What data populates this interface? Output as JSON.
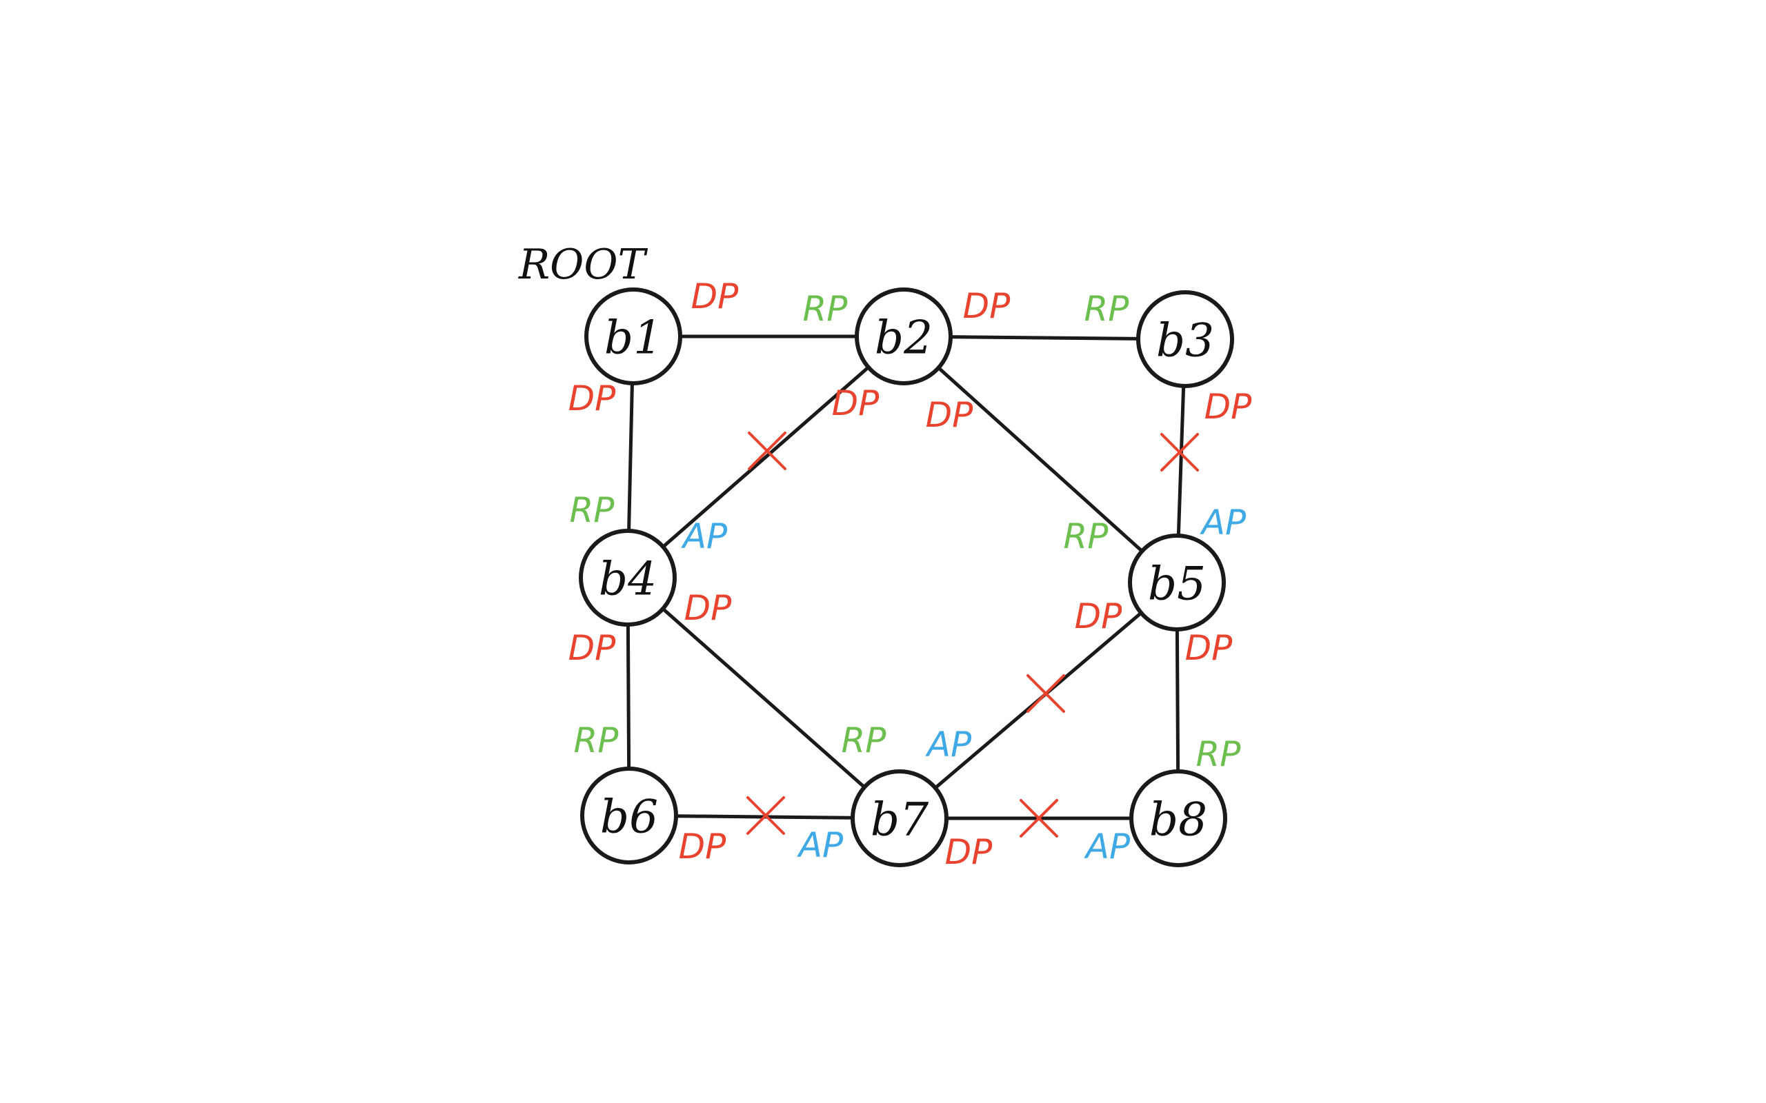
{
  "colors": {
    "DP": "#e8432f",
    "RP": "#6cbf4f",
    "AP": "#3fa9e6",
    "blocked": "#e8432f",
    "line": "#1a1a1a"
  },
  "root_label": "ROOT",
  "nodes": [
    {
      "id": "b1",
      "label": "b1"
    },
    {
      "id": "b2",
      "label": "b2"
    },
    {
      "id": "b3",
      "label": "b3"
    },
    {
      "id": "b4",
      "label": "b4"
    },
    {
      "id": "b5",
      "label": "b5"
    },
    {
      "id": "b6",
      "label": "b6"
    },
    {
      "id": "b7",
      "label": "b7"
    },
    {
      "id": "b8",
      "label": "b8"
    }
  ],
  "links": [
    {
      "from": "b1",
      "to": "b2",
      "blocked": false,
      "from_port": "DP",
      "to_port": "RP"
    },
    {
      "from": "b2",
      "to": "b3",
      "blocked": false,
      "from_port": "DP",
      "to_port": "RP"
    },
    {
      "from": "b1",
      "to": "b4",
      "blocked": false,
      "from_port": "DP",
      "to_port": "RP"
    },
    {
      "from": "b2",
      "to": "b4",
      "blocked": true,
      "from_port": "DP",
      "to_port": "AP"
    },
    {
      "from": "b2",
      "to": "b5",
      "blocked": false,
      "from_port": "DP",
      "to_port": "RP"
    },
    {
      "from": "b3",
      "to": "b5",
      "blocked": true,
      "from_port": "DP",
      "to_port": "AP"
    },
    {
      "from": "b4",
      "to": "b6",
      "blocked": false,
      "from_port": "DP",
      "to_port": "RP"
    },
    {
      "from": "b4",
      "to": "b7",
      "blocked": false,
      "from_port": "DP",
      "to_port": "RP"
    },
    {
      "from": "b5",
      "to": "b7",
      "blocked": true,
      "from_port": "DP",
      "to_port": "AP"
    },
    {
      "from": "b5",
      "to": "b8",
      "blocked": false,
      "from_port": "DP",
      "to_port": "RP"
    },
    {
      "from": "b6",
      "to": "b7",
      "blocked": true,
      "from_port": "DP",
      "to_port": "AP"
    },
    {
      "from": "b7",
      "to": "b8",
      "blocked": true,
      "from_port": "DP",
      "to_port": "AP"
    }
  ]
}
